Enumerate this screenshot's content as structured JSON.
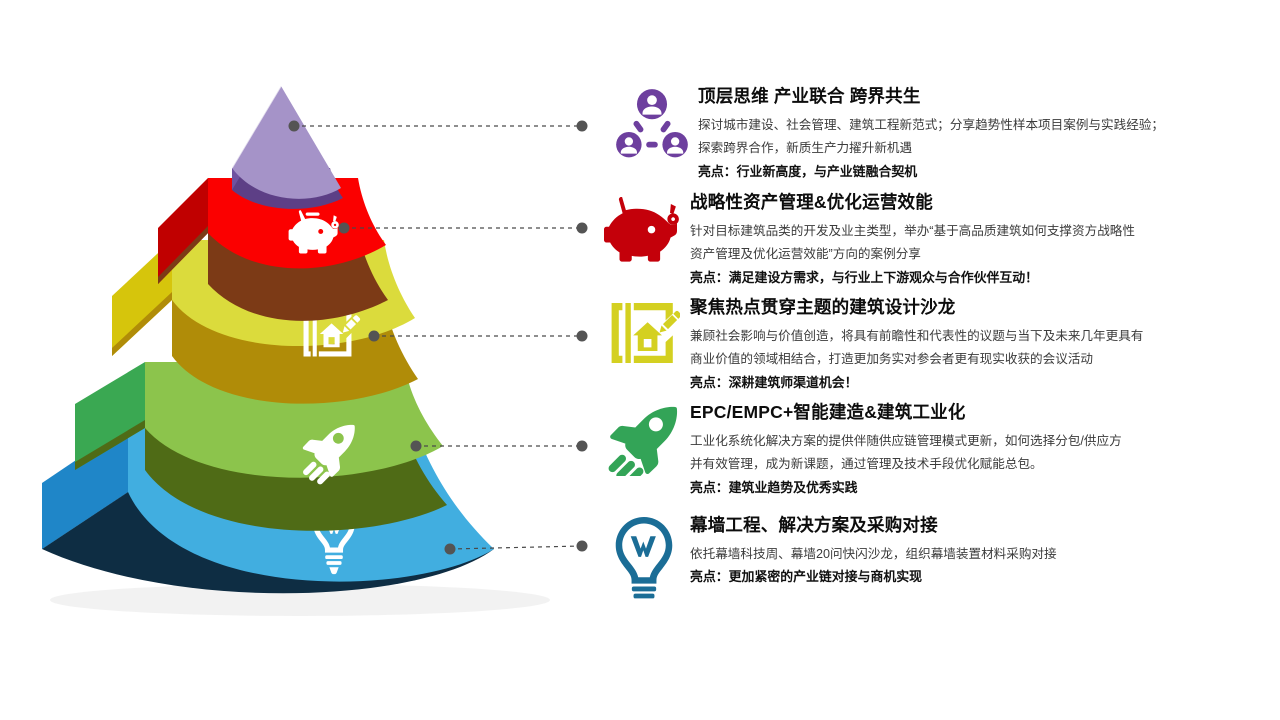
{
  "page": {
    "title": "建筑产业峰会五大板块金字塔",
    "background": "#ffffff"
  },
  "pyramid": {
    "name": "five-level-3d-pyramid",
    "levels": [
      {
        "id": "level-1",
        "label": "顶层思维 产业联合 跨界共生",
        "face_color": "#a593c8",
        "side_color": "#7a5da8",
        "rim_color": "#5d3f86",
        "icon": "people-network-icon"
      },
      {
        "id": "level-2",
        "label": "战略性资产管理&优化运营效能",
        "face_color": "#fb0000",
        "side_color": "#c00000",
        "rim_color": "#7c3a16",
        "icon": "piggy-bank-icon"
      },
      {
        "id": "level-3",
        "label": "聚焦热点贯穿主题的建筑设计沙龙",
        "face_color": "#dbdb3c",
        "side_color": "#d6c50c",
        "rim_color": "#b08c08",
        "icon": "blueprint-house-icon"
      },
      {
        "id": "level-4",
        "label": "EPC/EMPC+智能建造&建筑工业化",
        "face_color": "#8cc44c",
        "side_color": "#3aa852",
        "rim_color": "#4f6b16",
        "icon": "rocket-icon"
      },
      {
        "id": "level-5",
        "label": "幕墙工程、解决方案及采购对接",
        "face_color": "#41aee0",
        "side_color": "#1f86c8",
        "rim_color": "#103449",
        "icon": "lightbulb-w-icon"
      }
    ],
    "base_shadow_color": "#0e2d43"
  },
  "connector": {
    "line_color": "#4a4a4a",
    "dot_color": "#545454",
    "style": "dashed"
  },
  "rows": [
    {
      "id": "topic-1",
      "icon": "people-network-icon",
      "icon_color": "#6d3f9e",
      "title": "顶层思维 产业联合 跨界共生",
      "desc_lines": [
        "探讨城市建设、社会管理、建筑工程新范式；分享趋势性样本项目案例与实践经验；",
        "探索跨界合作，新质生产力擢升新机遇"
      ],
      "highlight": "亮点：行业新高度，与产业链融合契机"
    },
    {
      "id": "topic-2",
      "icon": "piggy-bank-icon",
      "icon_color": "#c4000a",
      "title": "战略性资产管理&优化运营效能",
      "desc_lines": [
        "针对目标建筑品类的开发及业主类型，举办“基于高品质建筑如何支撑资方战略性",
        "资产管理及优化运营效能”方向的案例分享"
      ],
      "highlight": "亮点：满足建设方需求，与行业上下游观众与合作伙伴互动！"
    },
    {
      "id": "topic-3",
      "icon": "blueprint-house-icon",
      "icon_color": "#d4d021",
      "title": "聚焦热点贯穿主题的建筑设计沙龙",
      "desc_lines": [
        "兼顾社会影响与价值创造，将具有前瞻性和代表性的议题与当下及未来几年更具有",
        "商业价值的领域相结合，打造更加务实对参会者更有现实收获的会议活动"
      ],
      "highlight": "亮点：深耕建筑师渠道机会！"
    },
    {
      "id": "topic-4",
      "icon": "rocket-icon",
      "icon_color": "#33a457",
      "title": "EPC/EMPC+智能建造&建筑工业化",
      "desc_lines": [
        "工业化系统化解决方案的提供伴随供应链管理模式更新，如何选择分包/供应方",
        "并有效管理，成为新课题，通过管理及技术手段优化赋能总包。"
      ],
      "highlight": "亮点：建筑业趋势及优秀实践"
    },
    {
      "id": "topic-5",
      "icon": "lightbulb-w-icon",
      "icon_color": "#1b6d96",
      "title": "幕墙工程、解决方案及采购对接",
      "desc_lines": [
        "依托幕墙科技周、幕墙20问快闪沙龙，组织幕墙装置材料采购对接"
      ],
      "highlight": "亮点：更加紧密的产业链对接与商机实现"
    }
  ]
}
